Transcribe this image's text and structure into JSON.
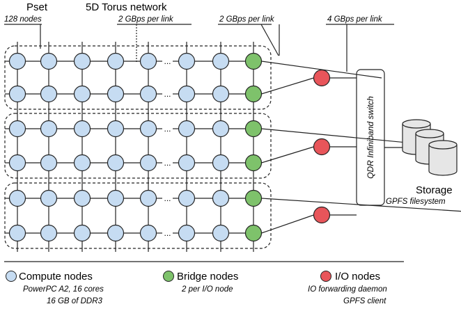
{
  "header": {
    "pset_title": "Pset",
    "pset_sub": "128 nodes",
    "torus_title": "5D Torus network",
    "torus_sub": "2 GBps per link",
    "bridge_link": "2 GBps per link",
    "switch_link": "4 GBps per link"
  },
  "switch_label": "QDR Infiniband switch",
  "storage": {
    "title": "Storage",
    "sub": "GPFS filesystem"
  },
  "legend": {
    "compute": {
      "title": "Compute nodes",
      "line1": "PowerPC A2, 16 cores",
      "line2": "16 GB of DDR3"
    },
    "bridge": {
      "title": "Bridge nodes",
      "line1": "2 per I/O node"
    },
    "io": {
      "title": "I/O nodes",
      "line1": "IO forwarding daemon",
      "line2": "GPFS client"
    }
  },
  "colors": {
    "compute": "#c6dcf2",
    "bridge": "#7ec26b",
    "io": "#e8555a",
    "stroke": "#222222"
  },
  "grid": {
    "pset_count": 3,
    "rows_per_pset": 2,
    "columns": 8,
    "ellipsis": "..."
  }
}
